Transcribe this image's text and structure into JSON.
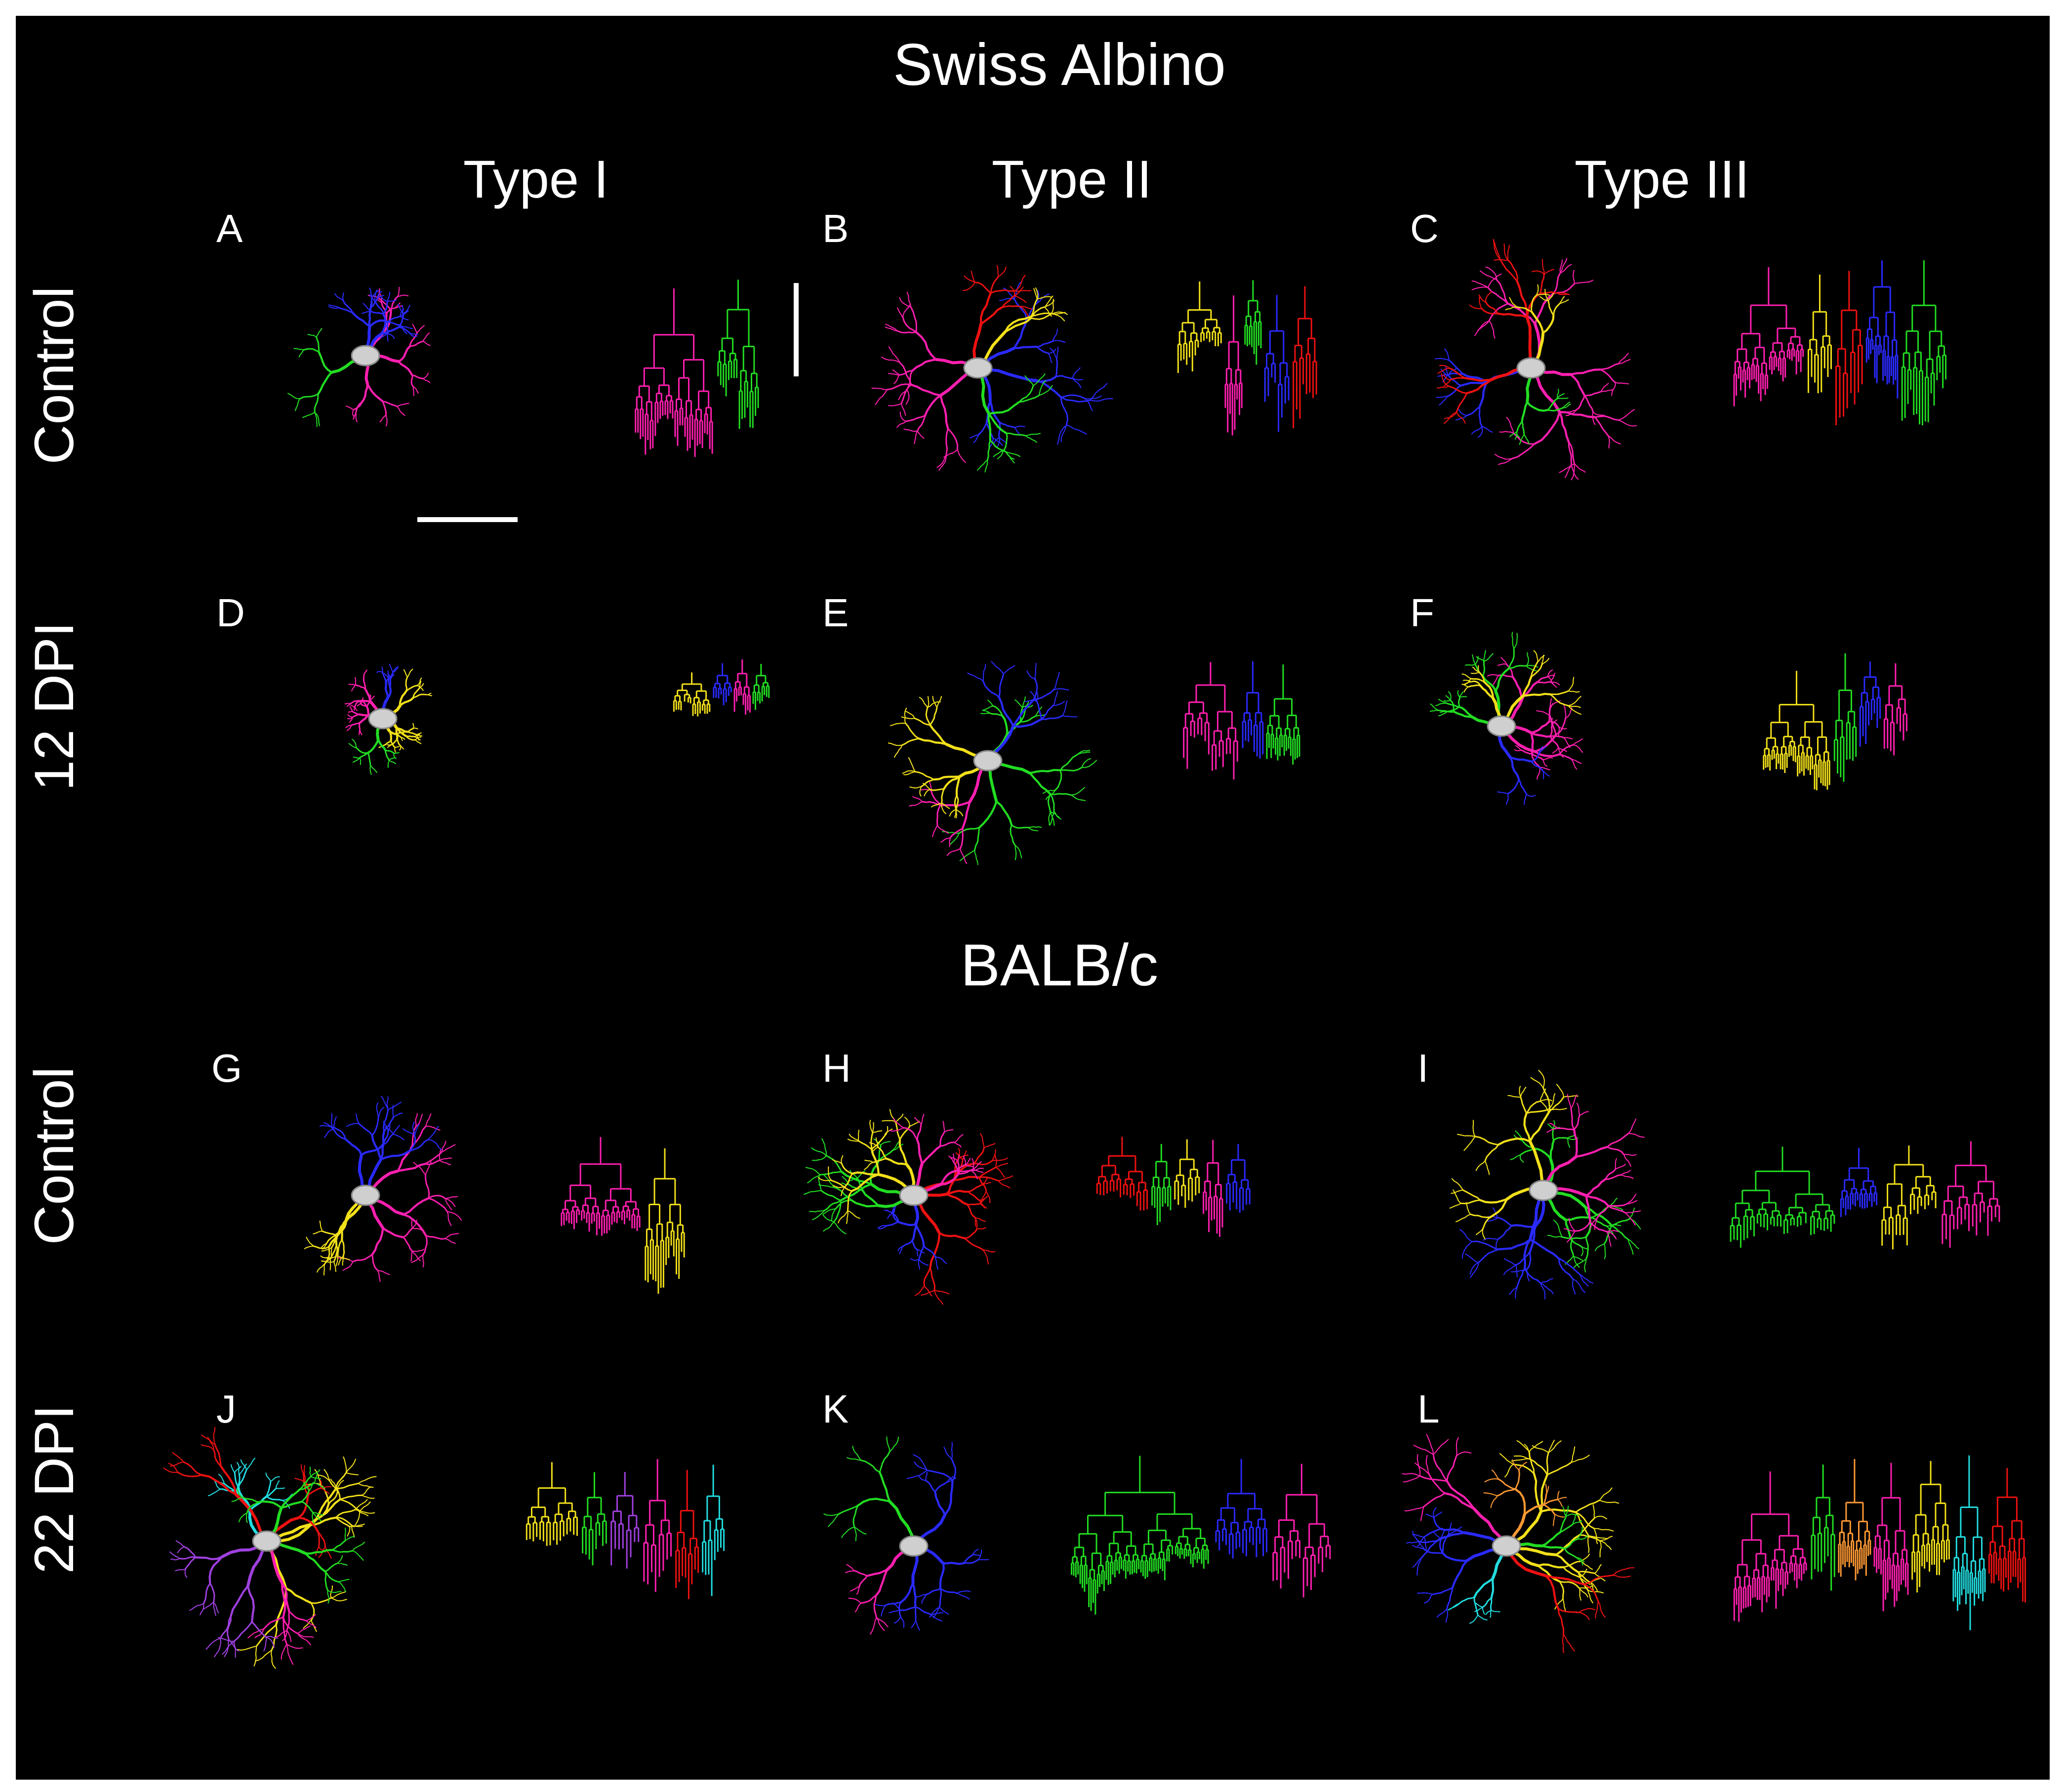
{
  "figure": {
    "background": "#000000",
    "border": "#ffffff",
    "sections": [
      {
        "title": "Swiss Albino",
        "columns": [
          "Type I",
          "Type II",
          "Type III"
        ],
        "rows": [
          {
            "label": "Control",
            "panels": [
              "A",
              "B",
              "C"
            ]
          },
          {
            "label": "12 DPI",
            "panels": [
              "D",
              "E",
              "F"
            ]
          }
        ]
      },
      {
        "title": "BALB/c",
        "rows": [
          {
            "label": "Control",
            "panels": [
              "G",
              "H",
              "I"
            ]
          },
          {
            "label": "22 DPI",
            "panels": [
              "J",
              "K",
              "L"
            ]
          }
        ]
      }
    ],
    "colors": {
      "magenta": "#ff1fb0",
      "green": "#22dd22",
      "blue": "#2a2aff",
      "yellow": "#f2e01a",
      "red": "#ee1111",
      "cyan": "#22dde0",
      "orange": "#ff9933",
      "purple": "#a040e0",
      "soma": "#cfcfcf",
      "scale_bar": "#ffffff"
    },
    "panels": {
      "A": {
        "branches": [
          "magenta",
          "green",
          "blue"
        ],
        "trees": [
          "magenta",
          "green"
        ]
      },
      "B": {
        "branches": [
          "blue",
          "green",
          "magenta",
          "red",
          "yellow"
        ],
        "trees": [
          "yellow",
          "magenta",
          "green",
          "blue",
          "red"
        ]
      },
      "C": {
        "branches": [
          "magenta",
          "green",
          "blue",
          "red",
          "yellow"
        ],
        "trees": [
          "magenta",
          "yellow",
          "red",
          "blue",
          "green"
        ]
      },
      "D": {
        "branches": [
          "yellow",
          "green",
          "magenta",
          "blue"
        ],
        "trees": [
          "yellow",
          "blue",
          "magenta",
          "green"
        ]
      },
      "E": {
        "branches": [
          "green",
          "magenta",
          "yellow",
          "blue"
        ],
        "trees": [
          "magenta",
          "blue",
          "green"
        ]
      },
      "F": {
        "branches": [
          "magenta",
          "blue",
          "green",
          "yellow"
        ],
        "trees": [
          "yellow",
          "green",
          "blue",
          "magenta"
        ]
      },
      "G": {
        "branches": [
          "magenta",
          "yellow",
          "blue"
        ],
        "trees": [
          "magenta",
          "yellow"
        ]
      },
      "H": {
        "branches": [
          "red",
          "blue",
          "green",
          "yellow",
          "magenta"
        ],
        "trees": [
          "red",
          "green",
          "yellow",
          "magenta",
          "blue"
        ]
      },
      "I": {
        "branches": [
          "green",
          "blue",
          "yellow",
          "magenta"
        ],
        "trees": [
          "green",
          "blue",
          "yellow",
          "magenta"
        ]
      },
      "J": {
        "branches": [
          "yellow",
          "magenta",
          "purple",
          "cyan",
          "red",
          "green"
        ],
        "trees": [
          "yellow",
          "green",
          "purple",
          "magenta",
          "red",
          "cyan"
        ]
      },
      "K": {
        "branches": [
          "blue",
          "magenta",
          "green"
        ],
        "trees": [
          "green",
          "blue",
          "magenta"
        ]
      },
      "L": {
        "branches": [
          "yellow",
          "red",
          "cyan",
          "blue",
          "magenta",
          "orange",
          "green"
        ],
        "trees": [
          "magenta",
          "green",
          "orange",
          "magenta",
          "yellow",
          "cyan",
          "red"
        ]
      }
    }
  }
}
